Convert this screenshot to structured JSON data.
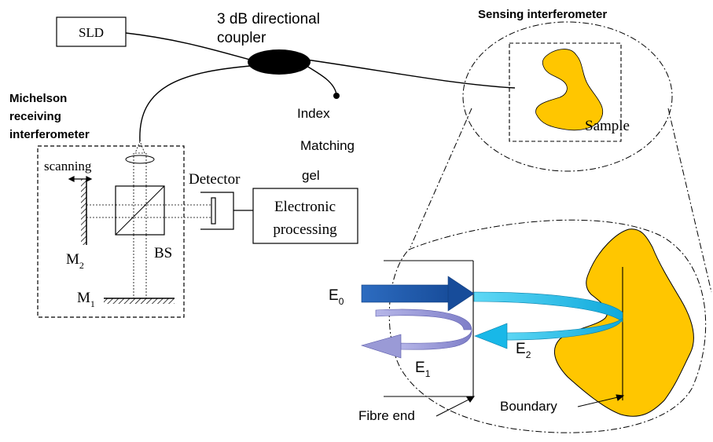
{
  "labels": {
    "sld": "SLD",
    "coupler_line1": "3 dB directional",
    "coupler_line2": "coupler",
    "sensing_interferometer": "Sensing interferometer",
    "michelson_line1": "Michelson",
    "michelson_line2": "receiving",
    "michelson_line3": "interferometer",
    "index_line1": "Index",
    "index_line2": "Matching",
    "index_line3": "gel",
    "sample": "Sample",
    "scanning": "scanning",
    "detector": "Detector",
    "electronic_line1": "Electronic",
    "electronic_line2": "processing",
    "m2_main": "M",
    "m2_sub": "2",
    "m1_main": "M",
    "m1_sub": "1",
    "bs": "BS",
    "e0_main": "E",
    "e0_sub": "0",
    "e1_main": "E",
    "e1_sub": "1",
    "e2_main": "E",
    "e2_sub": "2",
    "fibre_end": "Fibre end",
    "boundary": "Boundary"
  },
  "colors": {
    "sample_fill": "#FFC600",
    "e0_arrow": "#1F5FB0",
    "e1_arrow": "#9A9AD6",
    "e2_arrow": "#18B8E8",
    "outline": "#000000"
  },
  "icons": {
    "coupler": "black-ellipse",
    "mirrors": "hatched-mirror",
    "lens": "ellipse-lens"
  }
}
